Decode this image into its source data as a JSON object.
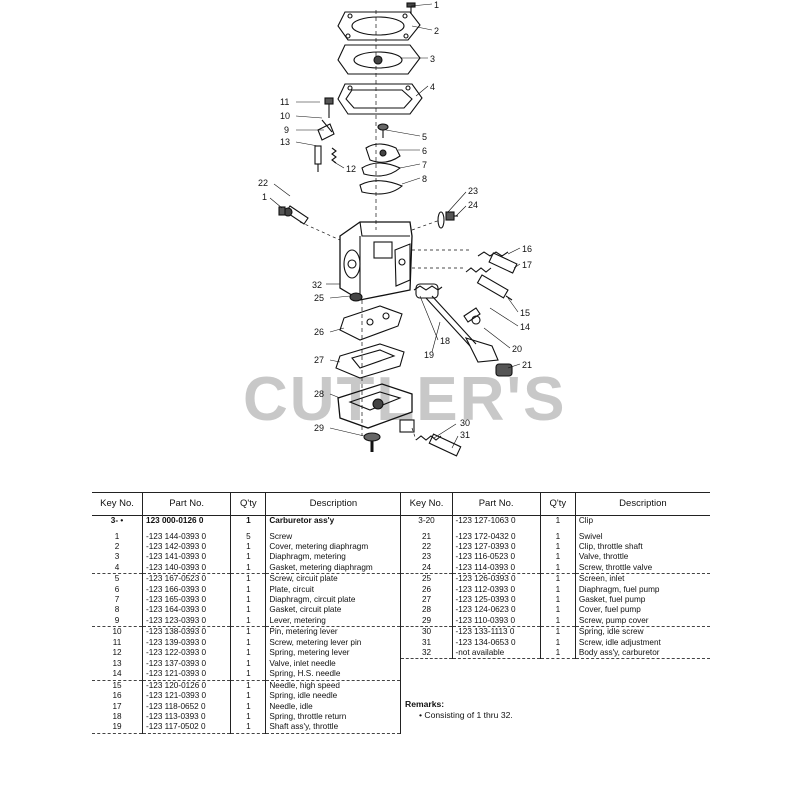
{
  "watermark": "CUTLER'S",
  "callouts": [
    "1",
    "2",
    "3",
    "4",
    "5",
    "6",
    "7",
    "8",
    "9",
    "10",
    "11",
    "12",
    "13",
    "14",
    "15",
    "16",
    "17",
    "18",
    "19",
    "20",
    "21",
    "22",
    "23",
    "24",
    "25",
    "26",
    "27",
    "28",
    "29",
    "30",
    "31",
    "32"
  ],
  "table": {
    "headers": [
      "Key No.",
      "Part No.",
      "Q'ty",
      "Description",
      "Key No.",
      "Part No.",
      "Q'ty",
      "Description"
    ],
    "left": [
      {
        "key": "3-  •",
        "part": "123 000-0126 0",
        "qty": "1",
        "desc": "Carburetor ass'y",
        "bold": true
      },
      {
        "key": "1",
        "part": "-123 144-0393 0",
        "qty": "5",
        "desc": "Screw"
      },
      {
        "key": "2",
        "part": "-123 142-0393 0",
        "qty": "1",
        "desc": "Cover, metering diaphragm"
      },
      {
        "key": "3",
        "part": "-123 141-0393 0",
        "qty": "1",
        "desc": "Diaphragm, metering"
      },
      {
        "key": "4",
        "part": "-123 140-0393 0",
        "qty": "1",
        "desc": "Gasket, metering diaphragm",
        "end": true
      },
      {
        "key": "5",
        "part": "-123 167-0523 0",
        "qty": "1",
        "desc": "Screw, circuit plate"
      },
      {
        "key": "6",
        "part": "-123 166-0393 0",
        "qty": "1",
        "desc": "Plate, circuit"
      },
      {
        "key": "7",
        "part": "-123 165-0393 0",
        "qty": "1",
        "desc": "Diaphragm, circuit plate"
      },
      {
        "key": "8",
        "part": "-123 164-0393 0",
        "qty": "1",
        "desc": "Gasket, circuit plate"
      },
      {
        "key": "9",
        "part": "-123 123-0393 0",
        "qty": "1",
        "desc": "Lever, metering",
        "end": true
      },
      {
        "key": "10",
        "part": "-123 138-0393 0",
        "qty": "1",
        "desc": "Pin, metering lever"
      },
      {
        "key": "11",
        "part": "-123 139-0393 0",
        "qty": "1",
        "desc": "Screw, metering lever pin"
      },
      {
        "key": "12",
        "part": "-123 122-0393 0",
        "qty": "1",
        "desc": "Spring, metering lever"
      },
      {
        "key": "13",
        "part": "-123 137-0393 0",
        "qty": "1",
        "desc": "Valve, inlet needle"
      },
      {
        "key": "14",
        "part": "-123 121-0393 0",
        "qty": "1",
        "desc": "Spring, H.S. needle",
        "end": true
      },
      {
        "key": "15",
        "part": "-123 120-0126 0",
        "qty": "1",
        "desc": "Needle, high speed"
      },
      {
        "key": "16",
        "part": "-123 121-0393 0",
        "qty": "1",
        "desc": "Spring, idle needle"
      },
      {
        "key": "17",
        "part": "-123 118-0652 0",
        "qty": "1",
        "desc": "Needle, idle"
      },
      {
        "key": "18",
        "part": "-123 113-0393 0",
        "qty": "1",
        "desc": "Spring, throttle return"
      },
      {
        "key": "19",
        "part": "-123 117-0502 0",
        "qty": "1",
        "desc": "Shaft ass'y, throttle",
        "end": true
      }
    ],
    "right": [
      {
        "key": "3-20",
        "part": "-123 127-1063 0",
        "qty": "1",
        "desc": "Clip"
      },
      {
        "key": "21",
        "part": "-123 172-0432 0",
        "qty": "1",
        "desc": "Swivel"
      },
      {
        "key": "22",
        "part": "-123 127-0393 0",
        "qty": "1",
        "desc": "Clip, throttle shaft"
      },
      {
        "key": "23",
        "part": "-123 116-0523 0",
        "qty": "1",
        "desc": "Valve, throttle"
      },
      {
        "key": "24",
        "part": "-123 114-0393 0",
        "qty": "1",
        "desc": "Screw, throttle valve",
        "end": true
      },
      {
        "key": "25",
        "part": "-123 126-0393 0",
        "qty": "1",
        "desc": "Screen, inlet"
      },
      {
        "key": "26",
        "part": "-123 112-0393 0",
        "qty": "1",
        "desc": "Diaphragm, fuel pump"
      },
      {
        "key": "27",
        "part": "-123 125-0393 0",
        "qty": "1",
        "desc": "Gasket, fuel pump"
      },
      {
        "key": "28",
        "part": "-123 124-0623 0",
        "qty": "1",
        "desc": "Cover, fuel pump"
      },
      {
        "key": "29",
        "part": "-123 110-0393 0",
        "qty": "1",
        "desc": "Screw, pump cover",
        "end": true
      },
      {
        "key": "30",
        "part": "-123 133-1113 0",
        "qty": "1",
        "desc": "Spring, idle screw"
      },
      {
        "key": "31",
        "part": "-123 134-0653 0",
        "qty": "1",
        "desc": "Screw, idle adjustment"
      },
      {
        "key": "32",
        "part": "-not available",
        "qty": "1",
        "desc": "Body ass'y, carburetor",
        "end": true
      }
    ]
  },
  "remarks": {
    "title": "Remarks:",
    "bullet": "•",
    "line": "Consisting of 1 thru 32."
  }
}
